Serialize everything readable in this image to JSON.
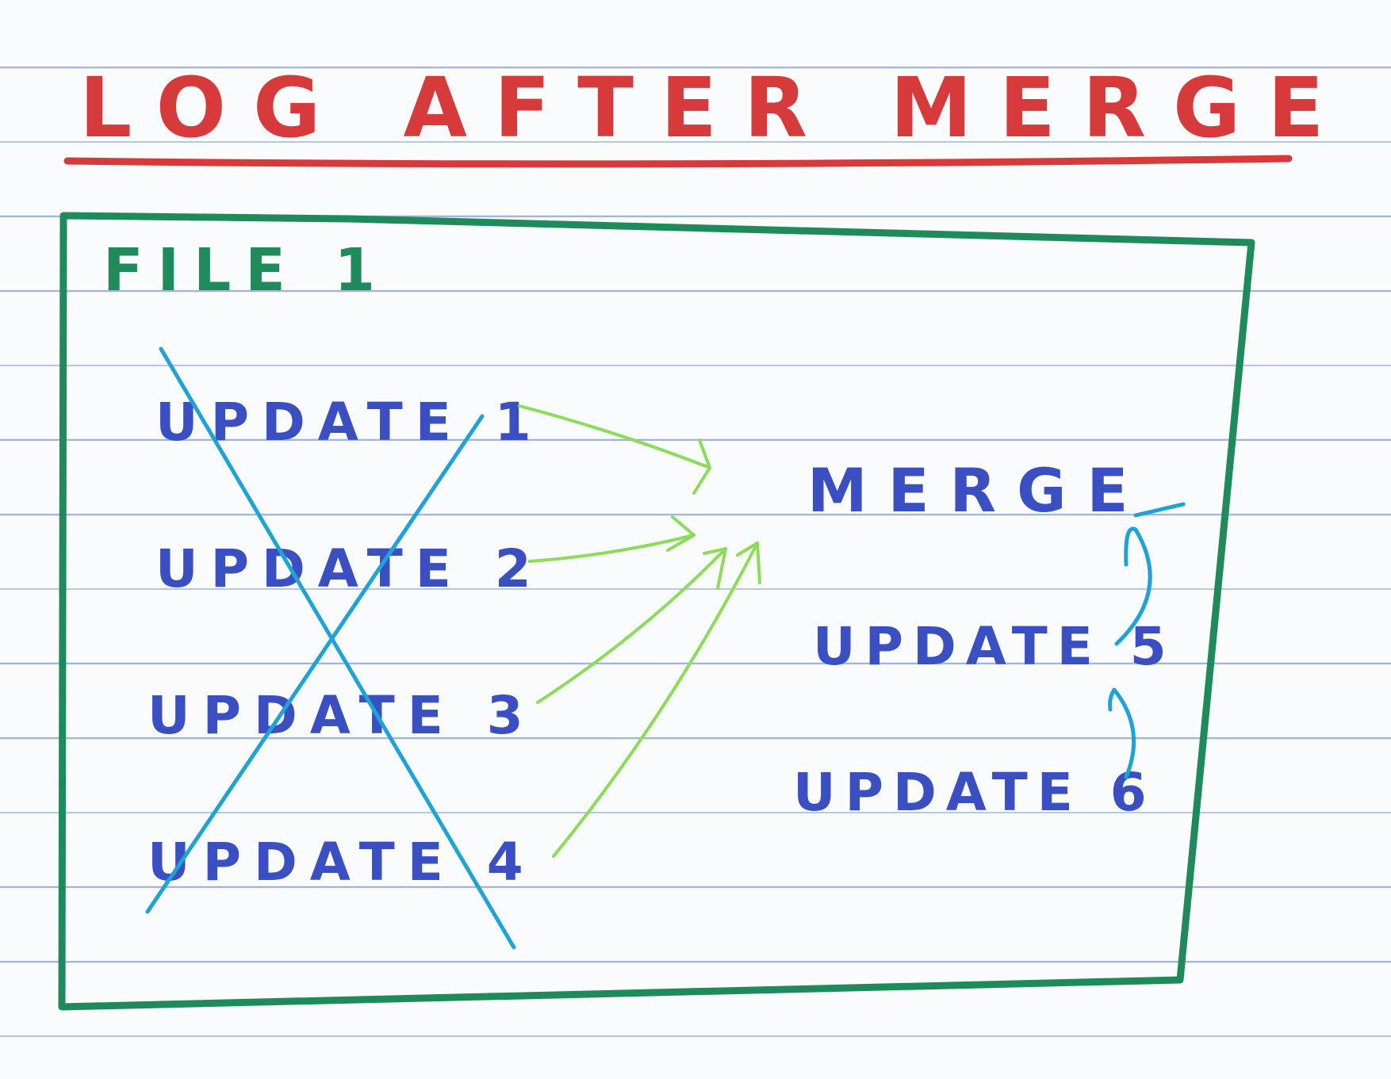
{
  "title": "LOG AFTER MERGE",
  "file_label": "FILE 1",
  "crossed_updates": [
    "UPDATE 1",
    "UPDATE 2",
    "UPDATE 3",
    "UPDATE 4"
  ],
  "merge_label": "MERGE",
  "later_updates": [
    "UPDATE 5",
    "UPDATE 6"
  ],
  "colors": {
    "title": "#d63a3a",
    "box": "#1f8a5a",
    "text": "#3a4fc2",
    "cross": "#1ea3d8",
    "merge_arrows": "#8bdc5a",
    "chain_arrows": "#1ea3d8",
    "ruled_lines": "#9db4d8"
  }
}
